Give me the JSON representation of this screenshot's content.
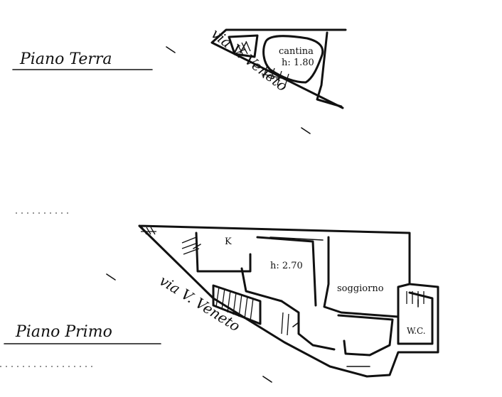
{
  "drawing": {
    "ground_floor": {
      "title": "Piano Terra",
      "street": "via V. Veneto",
      "rooms": [
        {
          "name": "cantina",
          "height": "h: 1.80"
        }
      ]
    },
    "first_floor": {
      "title": "Piano Primo",
      "street": "via V. Veneto",
      "rooms": [
        {
          "name": "K"
        },
        {
          "name": "h: 2.70"
        },
        {
          "name": "soggiorno"
        },
        {
          "name": "W.C."
        }
      ]
    }
  }
}
